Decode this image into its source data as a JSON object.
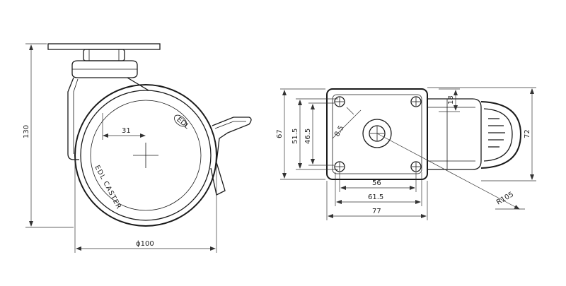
{
  "side_view": {
    "height_label": "130",
    "offset_label": "31",
    "diameter_label": "ϕ100",
    "brand_text": "EDL CASTER",
    "logo_text": "EDL"
  },
  "top_view": {
    "overall_width_label": "67",
    "hole_spacing_long_label": "51.5",
    "hole_spacing_short_label": "46.5",
    "hole_diameter_label": "8.5",
    "top_offset_label": "18",
    "length_label": "72",
    "hole_pitch_label": "56",
    "hole_pitch_long_label": "61.5",
    "plate_length_label": "77",
    "swivel_radius_label": "R105"
  },
  "colors": {
    "line": "#1a1a1a",
    "background": "#ffffff"
  }
}
